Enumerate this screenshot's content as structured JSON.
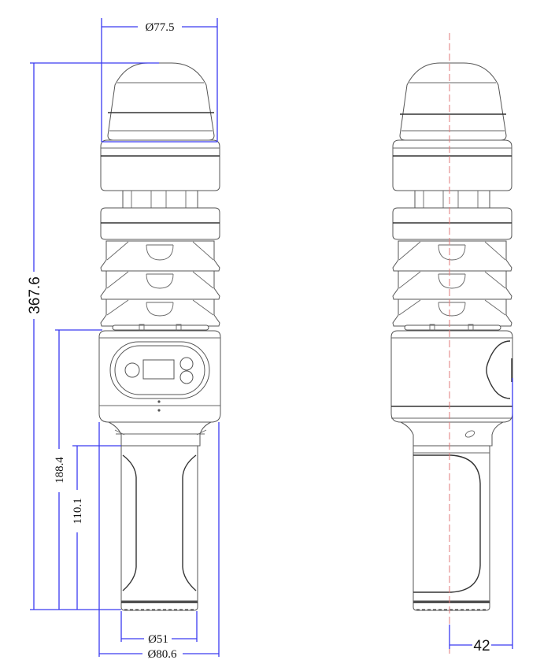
{
  "drawing": {
    "title": "Handheld weather sensor dimension drawing",
    "units": "mm",
    "views": [
      {
        "name": "front-view",
        "description": "Front view with display panel and buttons"
      },
      {
        "name": "side-view",
        "description": "Side view with centerline"
      }
    ],
    "colors": {
      "outline": "#555555",
      "dimension": "#3a3af0",
      "centerline": "#e07a7a",
      "background": "#ffffff"
    }
  },
  "dimensions": {
    "top_diameter": "Ø77.5",
    "overall_height": "367.6",
    "lower_height": "188.4",
    "handle_height": "110.1",
    "handle_diameter": "Ø51",
    "body_diameter": "Ø80.6",
    "side_offset": "42"
  }
}
